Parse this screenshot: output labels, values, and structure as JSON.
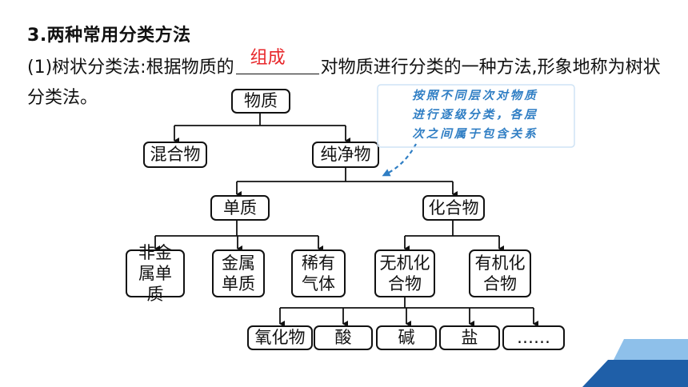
{
  "section": {
    "number": "3",
    "title": ".两种常用分类方法"
  },
  "paragraph": {
    "prefix": "(1)树状分类法:根据物质的",
    "answer": "组成",
    "suffix": "对物质进行分类的一种方法,形象地称为树状分类法。"
  },
  "note": {
    "lines": [
      "按照不同层次对物质",
      "进行逐级分类，各层",
      "次之间属于包含关系"
    ]
  },
  "tree": {
    "root": "物质",
    "level1": [
      "混合物",
      "纯净物"
    ],
    "level2": [
      "单质",
      "化合物"
    ],
    "elements": [
      "非金属单质",
      "金属单质",
      "稀有气体"
    ],
    "compounds": [
      "无机化合物",
      "有机化合物"
    ],
    "inorganic": [
      "氧化物",
      "酸",
      "碱",
      "盐",
      "……"
    ]
  },
  "colors": {
    "answer": "#e8262a",
    "note": "#2f7ec4",
    "corner_dark": "#1f5fa8",
    "corner_light": "#8ec0ea"
  }
}
